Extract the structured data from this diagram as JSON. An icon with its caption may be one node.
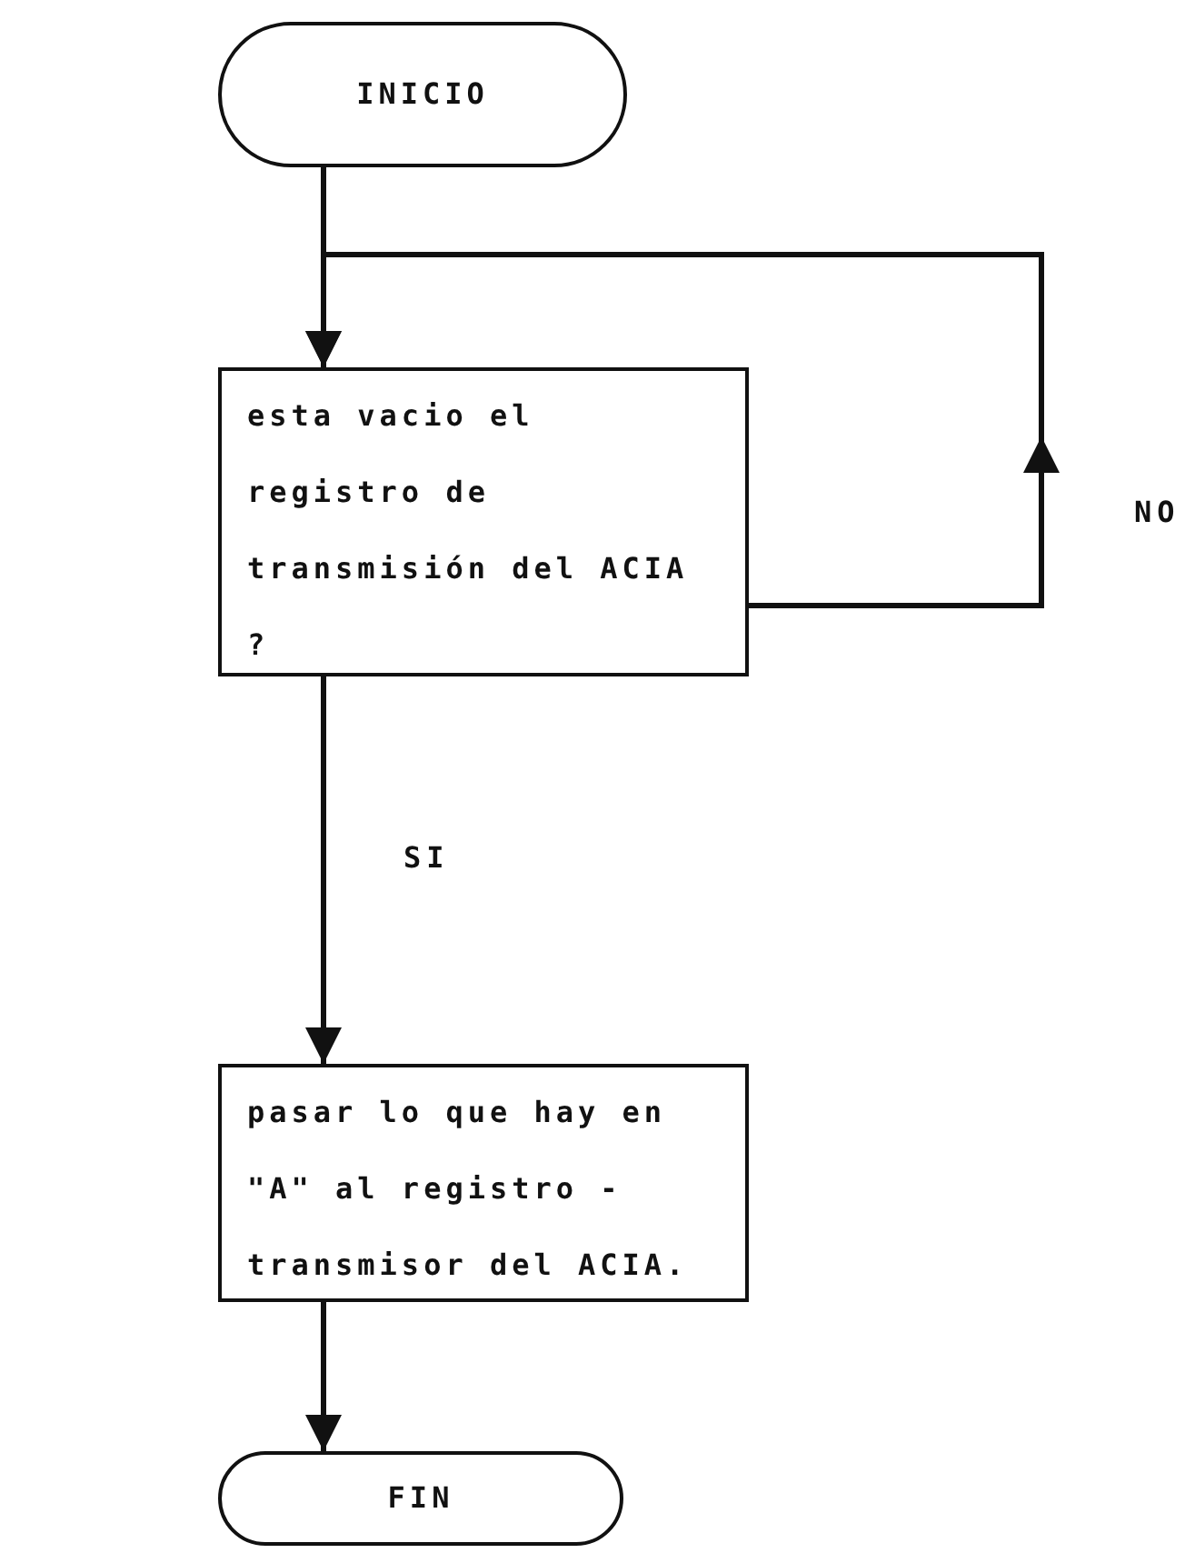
{
  "diagram": {
    "nodes": [
      {
        "text": [
          "INICIO"
        ]
      },
      {
        "text": [
          "esta vacio el registro de transmisión del ACIA ?"
        ]
      },
      {
        "text": [
          "pasar lo que hay en \"A\" al registro - transmisor del ACIA."
        ]
      },
      {
        "text": [
          "FIN"
        ]
      }
    ],
    "edges": [
      {
        "from": 0,
        "to": 1,
        "arrow": "to"
      },
      {
        "from": 1,
        "to": 1,
        "arrow": "to",
        "label": "NO"
      },
      {
        "from": 1,
        "to": 2,
        "arrow": "to",
        "label": "SI"
      },
      {
        "from": 2,
        "to": 3,
        "arrow": "to"
      }
    ]
  }
}
